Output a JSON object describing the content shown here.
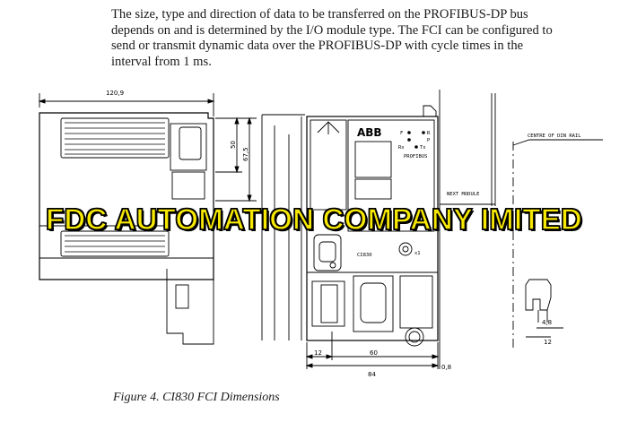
{
  "paragraph": {
    "line1": "The size, type and direction of data to be transferred on the PROFIBUS-DP bus",
    "line2": "depends on and is determined by the I/O module type. The FCI can be configured to",
    "line3": "send or transmit dynamic data over the PROFIBUS-DP with cycle times in the",
    "line4": "interval from 1 ms."
  },
  "drawing": {
    "dim_width_side": "120,9",
    "dim_height_a": "50",
    "dim_height_b": "67,5",
    "dim_bottom_left": "12",
    "dim_bottom_mid": "60",
    "dim_total_width": "84",
    "dim_gap": "0,8",
    "dim_clip_width": "4,8",
    "dim_clip_total": "12",
    "label_rail": "CENTRE OF DIN RAIL",
    "label_next": "NEXT MODULE",
    "brand": "ABB",
    "led_labels": [
      "F",
      "R",
      "P",
      "Rx",
      "Tx"
    ],
    "module_name": "CI830",
    "profibus_label": "PROFIBUS",
    "switch_label": "x1"
  },
  "watermark": "FDC AUTOMATION COMPANY IMITED",
  "caption": "Figure 4. CI830 FCI Dimensions"
}
